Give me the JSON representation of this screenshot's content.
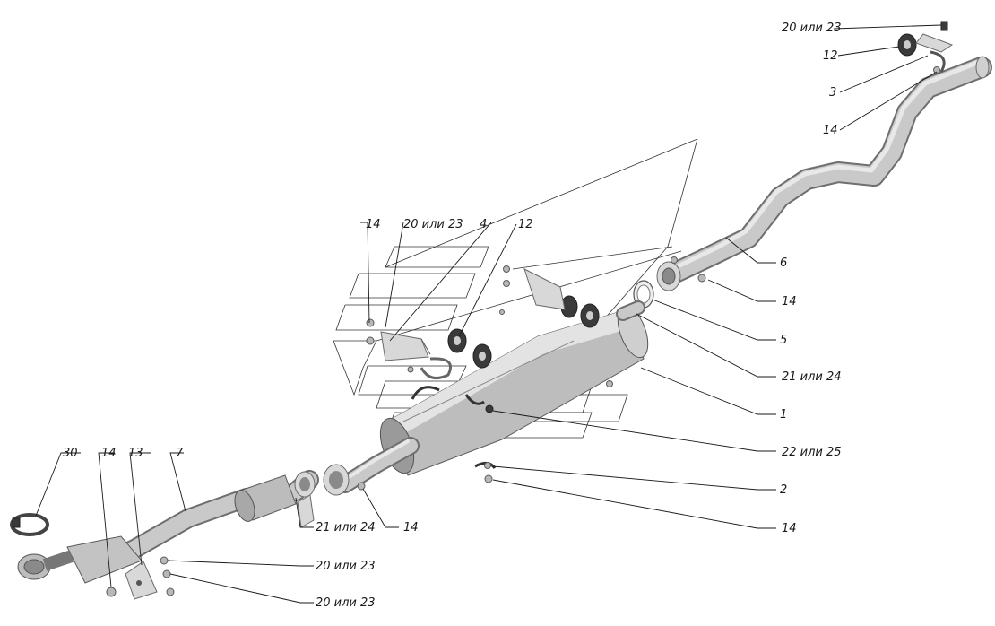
{
  "diagram": {
    "labels": {
      "l_20_23_top": "20 или 23",
      "l_12_top": "12",
      "l_3": "3",
      "l_14_top": "14",
      "l_14_mid": "14",
      "l_20_23_mid": "20 или 23",
      "l_4": "4",
      "l_12_mid": "12",
      "l_6": "6",
      "l_14_right": "14",
      "l_5": "5",
      "l_21_24_right": "21 или 24",
      "l_1": "1",
      "l_22_25": "22 или 25",
      "l_2": "2",
      "l_14_bottom_right": "14",
      "l_30": "30",
      "l_14_left": "14",
      "l_13": "13",
      "l_7": "7",
      "l_21_24_bottom": "21 или 24",
      "l_14_bottom": "14",
      "l_20_23_bottom1": "20 или 23",
      "l_20_23_bottom2": "20 или 23"
    }
  }
}
